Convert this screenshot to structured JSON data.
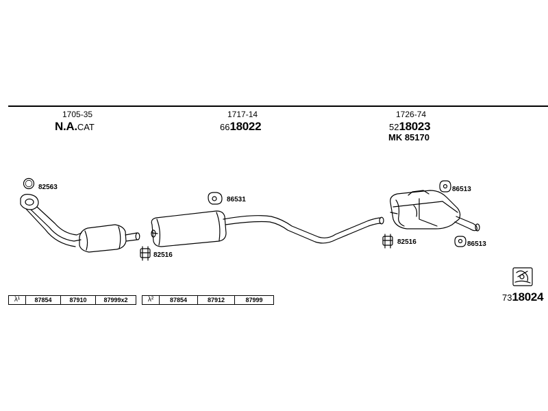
{
  "header": {
    "sections": [
      {
        "part_no": "1705-35",
        "title_main": "N.A.",
        "title_suffix": "CAT"
      },
      {
        "part_no": "1717-14",
        "prefix": "66",
        "code": "18022"
      },
      {
        "part_no": "1726-74",
        "prefix": "52",
        "code": "18023",
        "sub": "MK  85170"
      }
    ]
  },
  "labels": {
    "ring": "82563",
    "hanger_left": "82516",
    "rubber_mid": "86531",
    "rubber_right_top": "86513",
    "hanger_right": "82516",
    "rubber_right_bottom": "86513"
  },
  "table1": {
    "lambda": "λ¹",
    "cells": [
      "87854",
      "87910",
      "87999x2"
    ]
  },
  "table2": {
    "lambda": "λ²",
    "cells": [
      "87854",
      "87912",
      "87999"
    ]
  },
  "reference": {
    "prefix": "73",
    "code": "18024"
  }
}
